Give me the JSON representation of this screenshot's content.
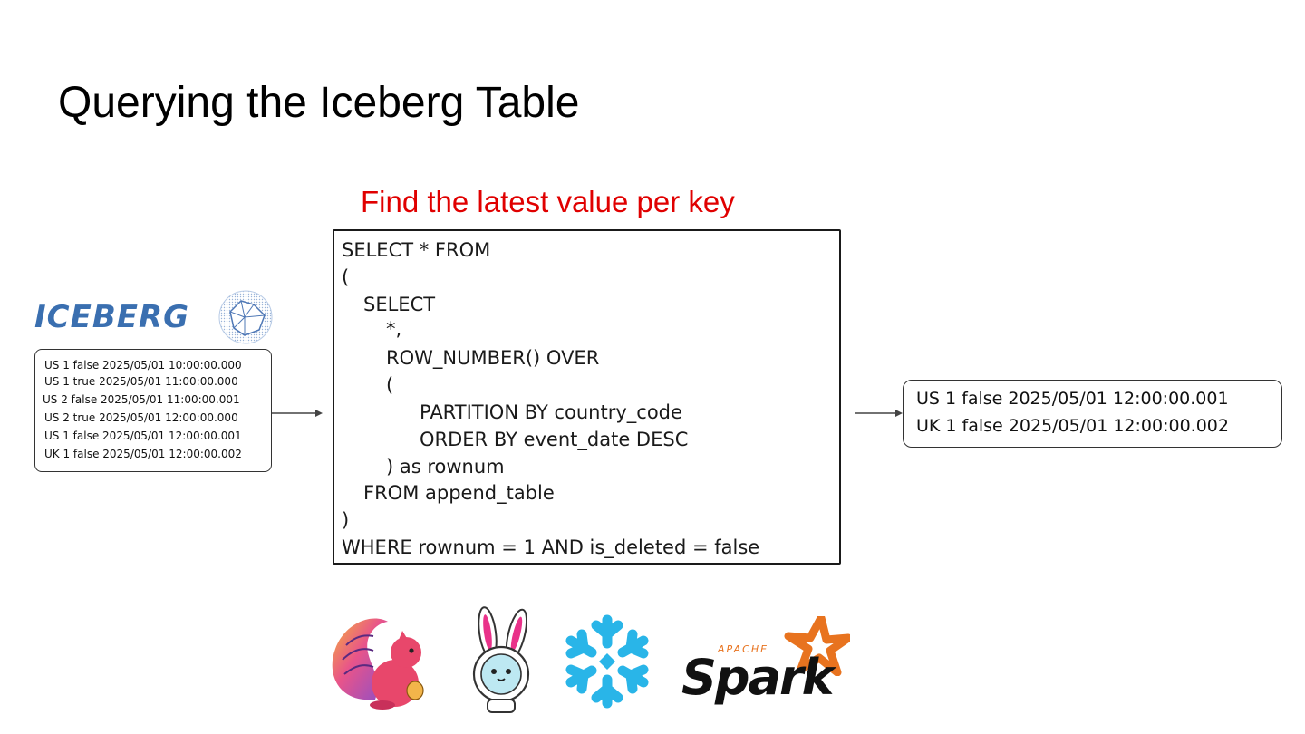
{
  "slide": {
    "title": "Querying the Iceberg Table",
    "subtitle": "Find the latest value per key"
  },
  "iceberg_logo": {
    "text": "ICEBERG"
  },
  "input_table": {
    "rows": [
      "US 1 false 2025/05/01 10:00:00.000",
      "US 1 true  2025/05/01 11:00:00.000",
      "US 2 false 2025/05/01 11:00:00.001",
      "US 2 true  2025/05/01 12:00:00.000",
      "US 1  false 2025/05/01 12:00:00.001",
      "UK 1  false 2025/05/01 12:00:00.002"
    ]
  },
  "sql": {
    "lines": [
      "SELECT * FROM",
      "(",
      "SELECT",
      "*,",
      "ROW_NUMBER() OVER",
      "(",
      "PARTITION BY country_code",
      "ORDER BY event_date DESC",
      ") as rownum",
      "FROM append_table",
      ")",
      "WHERE rownum = 1 AND is_deleted = false"
    ]
  },
  "output_table": {
    "rows": [
      "US 1  false 2025/05/01 12:00:00.001",
      "UK 1  false 2025/05/01 12:00:00.002"
    ]
  },
  "engines": {
    "spark_apache_label": "APACHE",
    "spark_label": "Spark",
    "icons": [
      "flink-squirrel-icon",
      "bunny-astronaut-icon",
      "snowflake-icon",
      "spark-icon"
    ]
  },
  "colors": {
    "subtitle": "#e00000",
    "iceberg_blue": "#3a6fb0",
    "spark_orange": "#e8731f",
    "snowflake_blue": "#29b5e8"
  }
}
